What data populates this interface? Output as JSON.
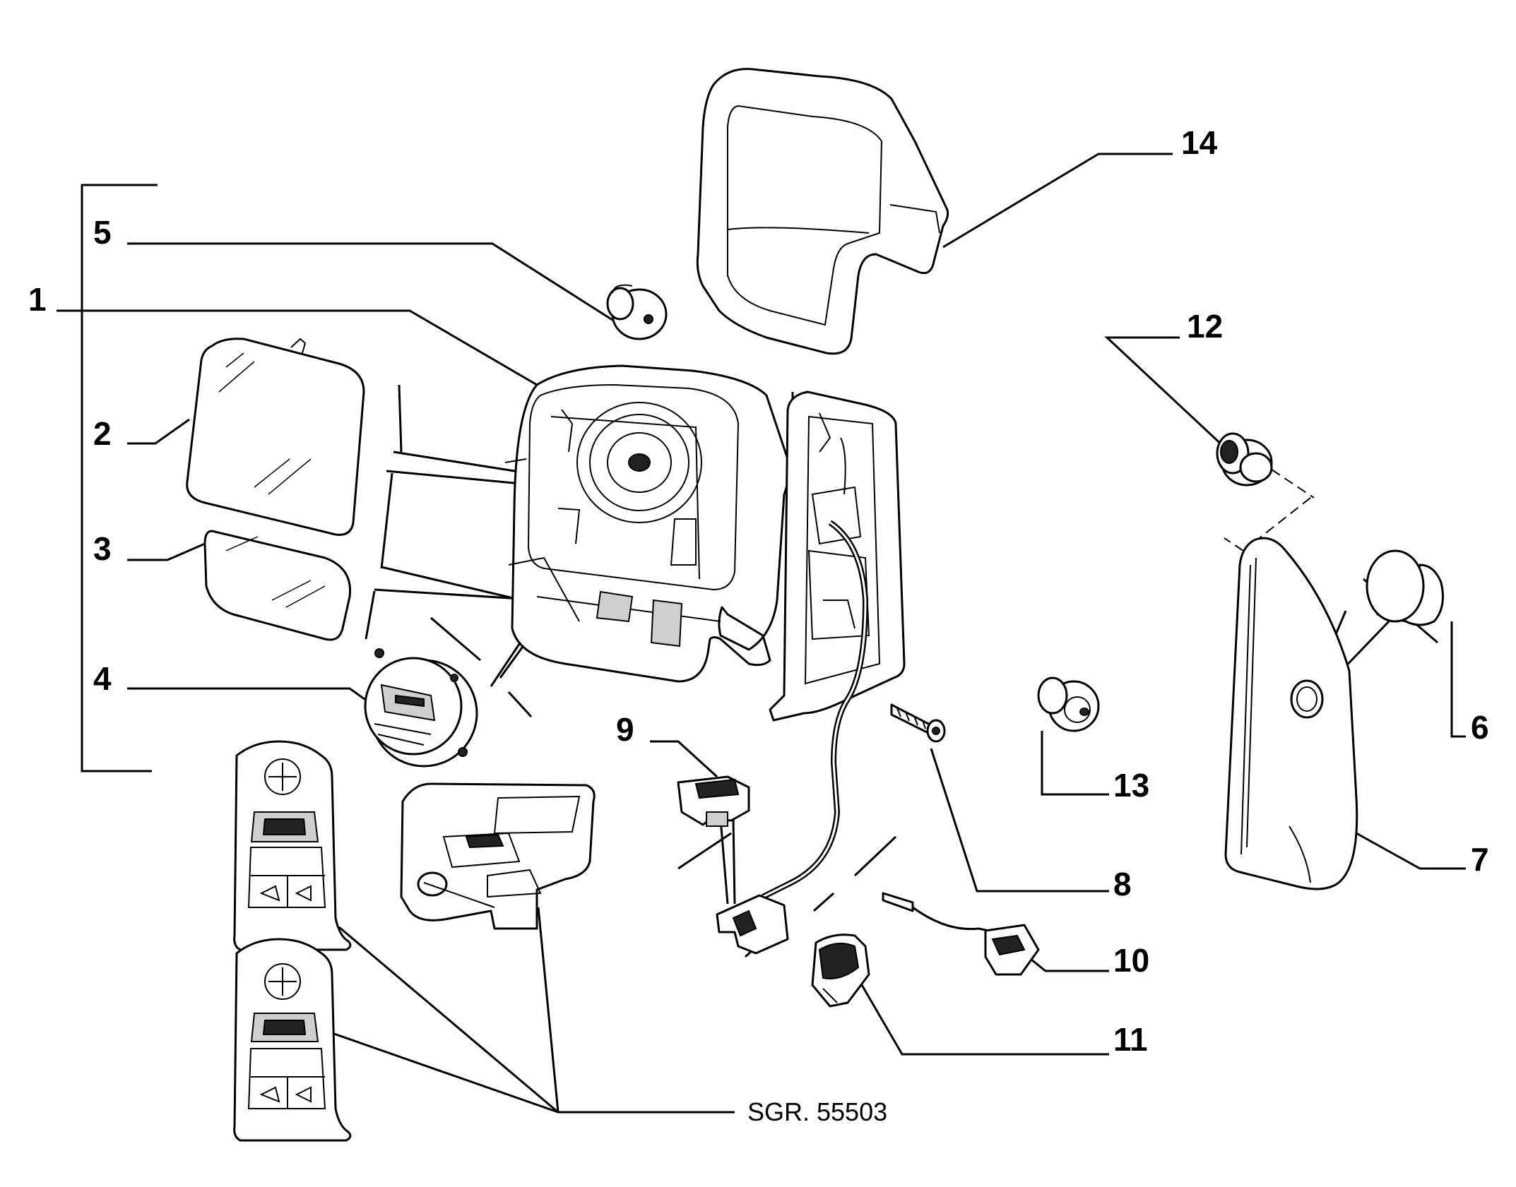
{
  "diagram": {
    "callouts": [
      {
        "id": "1",
        "label": "1"
      },
      {
        "id": "2",
        "label": "2"
      },
      {
        "id": "3",
        "label": "3"
      },
      {
        "id": "4",
        "label": "4"
      },
      {
        "id": "5",
        "label": "5"
      },
      {
        "id": "6",
        "label": "6"
      },
      {
        "id": "7",
        "label": "7"
      },
      {
        "id": "8",
        "label": "8"
      },
      {
        "id": "9",
        "label": "9"
      },
      {
        "id": "10",
        "label": "10"
      },
      {
        "id": "11",
        "label": "11"
      },
      {
        "id": "12",
        "label": "12"
      },
      {
        "id": "13",
        "label": "13"
      },
      {
        "id": "14",
        "label": "14"
      }
    ],
    "reference": "SGR. 55503"
  }
}
